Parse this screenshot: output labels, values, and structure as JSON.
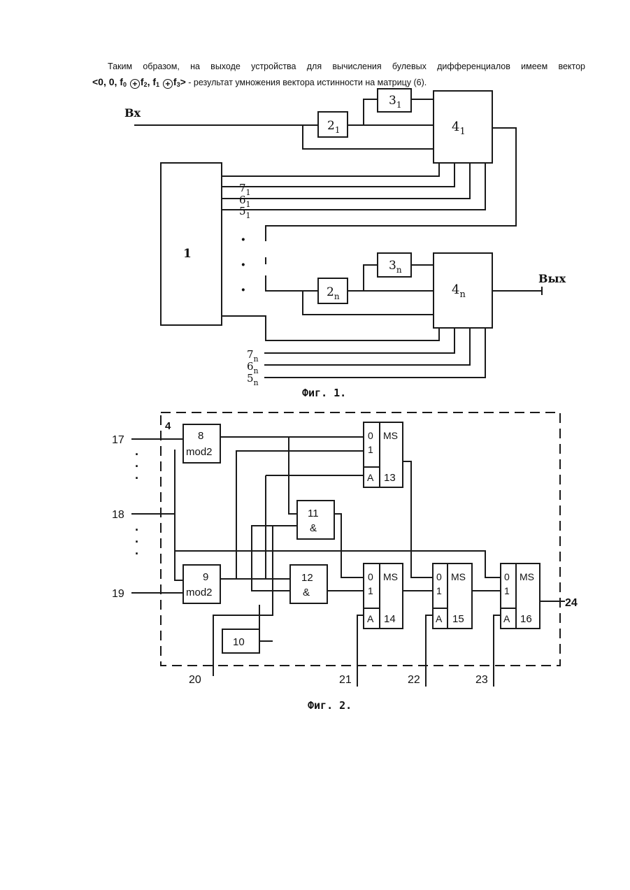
{
  "paragraph": {
    "line1": "Таким образом, на выходе устройства для вычисления булевых дифференциалов имеем вектор",
    "vec_start": "<0, 0, f",
    "vec_sub0": "0",
    "xor_symbol": "+",
    "vec_mid": "f",
    "vec_sub2": "2",
    "vec_mid2": ", f",
    "vec_sub1": "1",
    "vec_end": "f",
    "vec_sub3": "3",
    "vec_close": ">",
    "tail": " - результат умножения вектора истинности на матрицу (6)."
  },
  "fig1": {
    "caption": "Фиг. 1.",
    "input_label": "Вх",
    "output_label": "Вых",
    "block_1": "1",
    "block_2_1": "2",
    "block_2_1_sub": "1",
    "block_3_1": "3",
    "block_3_1_sub": "1",
    "block_4_1": "4",
    "block_4_1_sub": "1",
    "block_2_n": "2",
    "block_2_n_sub": "n",
    "block_3_n": "3",
    "block_3_n_sub": "n",
    "block_4_n": "4",
    "block_4_n_sub": "n",
    "line_7_1": "7",
    "line_7_1_sub": "1",
    "line_6_1": "6",
    "line_6_1_sub": "1",
    "line_5_1": "5",
    "line_5_1_sub": "1",
    "line_7_n": "7",
    "line_7_n_sub": "n",
    "line_6_n": "6",
    "line_6_n_sub": "n",
    "line_5_n": "5",
    "line_5_n_sub": "n",
    "dots": "·"
  },
  "fig2": {
    "caption": "Фиг. 2.",
    "frame_label": "4",
    "block_8_num": "8",
    "block_8_fn": "mod2",
    "block_9_num": "9",
    "block_9_fn": "mod2",
    "block_10": "10",
    "block_11_num": "11",
    "block_11_fn": "&",
    "block_12_num": "12",
    "block_12_fn": "&",
    "mux_13": "13",
    "mux_14": "14",
    "mux_15": "15",
    "mux_16": "16",
    "mux_ms": "MS",
    "mux_in0": "0",
    "mux_in1": "1",
    "mux_addr": "A",
    "port_17": "17",
    "port_18": "18",
    "port_19": "19",
    "port_20": "20",
    "port_21": "21",
    "port_22": "22",
    "port_23": "23",
    "port_24": "24",
    "dots": "·"
  }
}
